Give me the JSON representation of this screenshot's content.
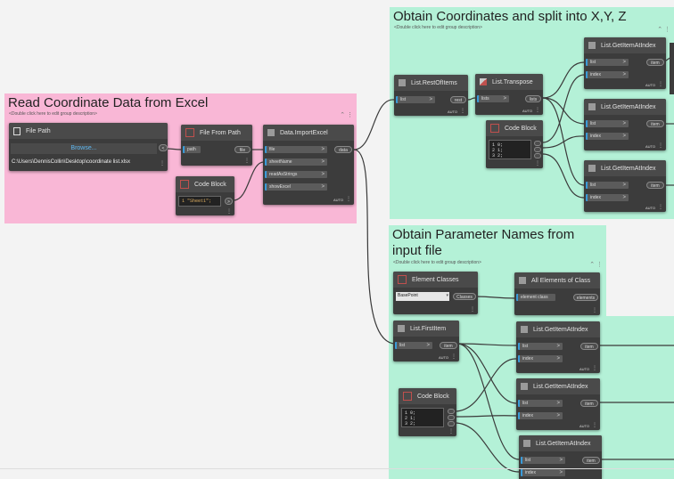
{
  "groups": [
    {
      "title": "Read Coordinate Data from Excel",
      "description": "<Double click here to edit group description>",
      "color": "#f9b7d6"
    },
    {
      "title": "Obtain Coordinates and split into X,Y, Z",
      "description": "<Double click here to edit group description>",
      "color": "#b4f1d7"
    },
    {
      "title_line1": "Obtain Parameter Names from",
      "title_line2": "input file",
      "description": "<Double click here to edit group description>",
      "color": "#b4f1d7"
    }
  ],
  "nodes": {
    "file_path": {
      "title": "File Path",
      "button": "Browse...",
      "value": "C:\\Users\\DennisCollin\\Desktop\\coordinate list.xlsx",
      "output": "<"
    },
    "file_from_path": {
      "title": "File From Path",
      "input": "path",
      "output": "file"
    },
    "code_block_sheet": {
      "title": "Code Block",
      "code": "1 \"Sheet1\";",
      "output": ">"
    },
    "import_excel": {
      "title": "Data.ImportExcel",
      "inputs": [
        "file",
        "sheetName",
        "readAsStrings",
        "showExcel"
      ],
      "output": "data",
      "lacing": "AUTO"
    },
    "rest_of_items": {
      "title": "List.RestOfItems",
      "input": "list",
      "output": "rest",
      "lacing": "AUTO"
    },
    "transpose": {
      "title": "List.Transpose",
      "input": "lists",
      "output": "lists",
      "lacing": "AUTO"
    },
    "code_block_idx1": {
      "title": "Code Block",
      "code": "1 0;\n2 1;\n3 2;"
    },
    "getitem_a1": {
      "title": "List.GetItemAtIndex",
      "inputs": [
        "list",
        "index"
      ],
      "output": "item",
      "lacing": "AUTO"
    },
    "getitem_a2": {
      "title": "List.GetItemAtIndex",
      "inputs": [
        "list",
        "index"
      ],
      "output": "item",
      "lacing": "AUTO"
    },
    "getitem_a3": {
      "title": "List.GetItemAtIndex",
      "inputs": [
        "list",
        "index"
      ],
      "output": "item",
      "lacing": "AUTO"
    },
    "element_classes": {
      "title": "Element Classes",
      "selected": "BasePoint",
      "output": "Classes"
    },
    "all_elements": {
      "title": "All Elements of Class",
      "input": "element class",
      "output": "elements"
    },
    "first_item": {
      "title": "List.FirstItem",
      "input": "list",
      "output": "item",
      "lacing": "AUTO"
    },
    "code_block_idx2": {
      "title": "Code Block",
      "code": "1 0;\n2 1;\n3 2;"
    },
    "getitem_b1": {
      "title": "List.GetItemAtIndex",
      "inputs": [
        "list",
        "index"
      ],
      "output": "item",
      "lacing": "AUTO"
    },
    "getitem_b2": {
      "title": "List.GetItemAtIndex",
      "inputs": [
        "list",
        "index"
      ],
      "output": "item",
      "lacing": "AUTO"
    },
    "getitem_b3": {
      "title": "List.GetItemAtIndex",
      "inputs": [
        "list",
        "index"
      ],
      "output": "item"
    }
  },
  "colors": {
    "wire": "#3a3a3a",
    "port_connected": "#3a9bd9",
    "node_body": "#3c3c3c",
    "node_header": "#4a4a4a"
  }
}
